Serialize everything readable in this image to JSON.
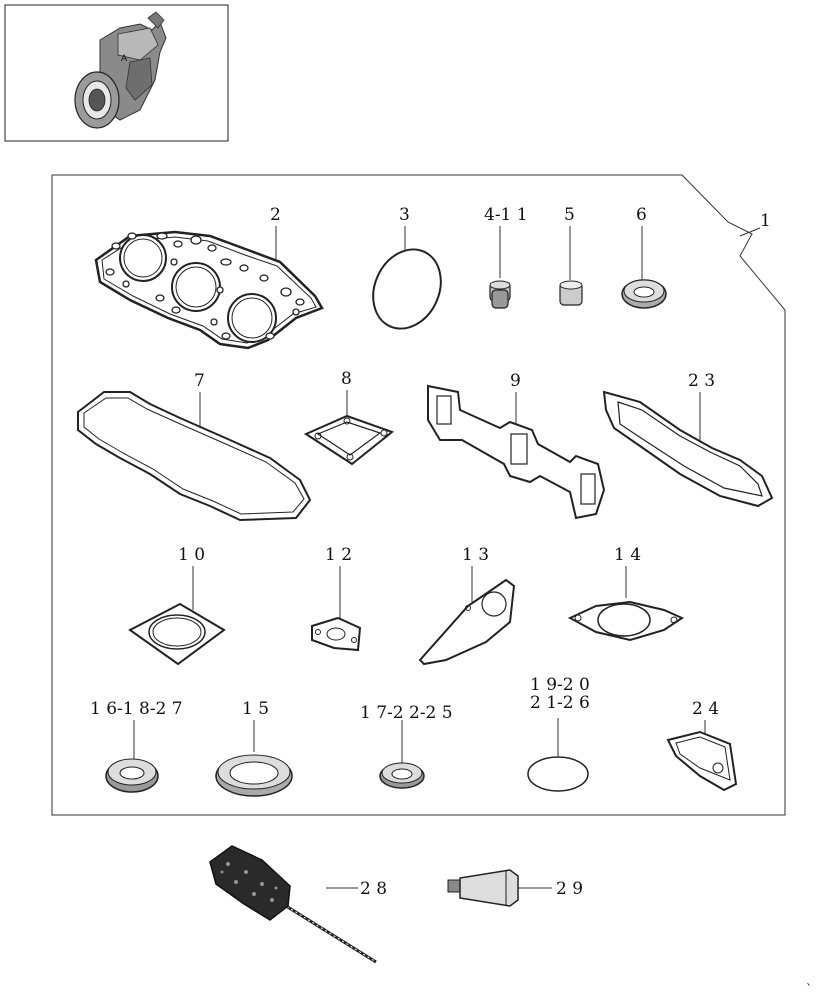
{
  "callouts": {
    "c1": "1",
    "c2": "2",
    "c3": "3",
    "c4": "4-1 1",
    "c5": "5",
    "c6": "6",
    "c7": "7",
    "c8": "8",
    "c9": "9",
    "c23": "2 3",
    "c10": "1 0",
    "c12": "1 2",
    "c13": "1 3",
    "c14": "1 4",
    "c16": "1 6-1 8-2 7",
    "c15": "1 5",
    "c17": "1 7-2 2-2 5",
    "c19a": "1 9-2 0",
    "c19b": "2 1-2 6",
    "c24": "2 4",
    "c28": "2 8",
    "c29": "2 9"
  },
  "thumbnail_letter": "A",
  "corner_mark": "`"
}
